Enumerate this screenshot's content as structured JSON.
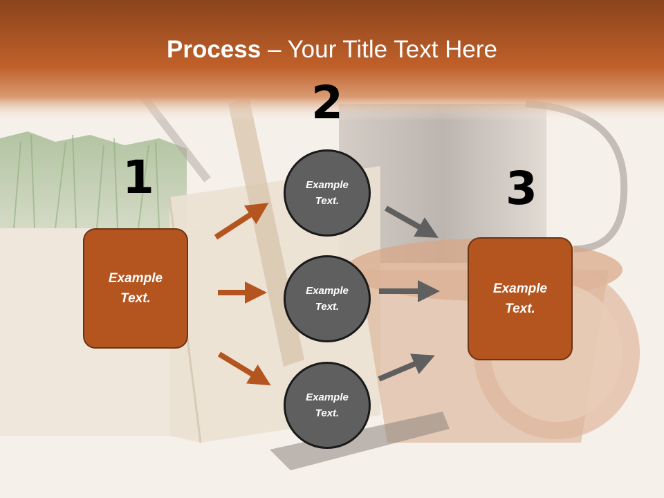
{
  "title": {
    "bold": "Process",
    "rest": " – Your Title Text Here"
  },
  "steps": {
    "n1": "1",
    "n2": "2",
    "n3": "3"
  },
  "boxes": {
    "left": {
      "line1": "Example",
      "line2": "Text."
    },
    "right": {
      "line1": "Example",
      "line2": "Text."
    }
  },
  "circles": [
    {
      "line1": "Example",
      "line2": "Text."
    },
    {
      "line1": "Example",
      "line2": "Text."
    },
    {
      "line1": "Example",
      "line2": "Text."
    }
  ],
  "colors": {
    "header": "#b4551f",
    "box_fill": "#b4551f",
    "circle_fill": "#5f5f5f",
    "arrow_orange": "#b4551f",
    "arrow_gray": "#5f5f5f"
  }
}
